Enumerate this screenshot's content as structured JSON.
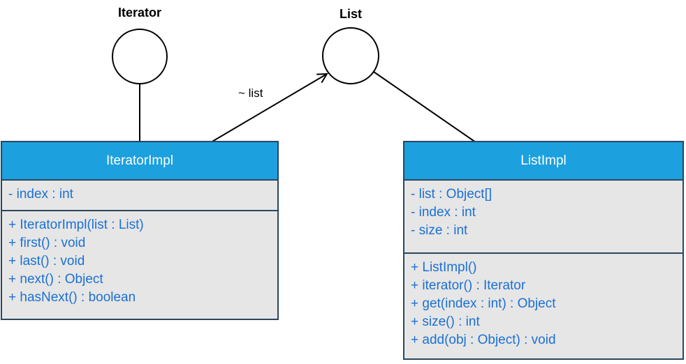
{
  "diagram": {
    "type": "uml-class-diagram",
    "interfaces": [
      {
        "label": "Iterator"
      },
      {
        "label": "List"
      }
    ],
    "edges": [
      {
        "label": "~ list",
        "from": "IteratorImpl",
        "to": "List",
        "style": "open-arrow"
      },
      {
        "from": "Iterator",
        "to": "IteratorImpl",
        "style": "plain-line"
      },
      {
        "from": "List",
        "to": "ListImpl",
        "style": "plain-line"
      }
    ],
    "classes": [
      {
        "name": "IteratorImpl",
        "attributes": [
          "- index : int"
        ],
        "methods": [
          "+ IteratorImpl(list : List)",
          "+ first() : void",
          "+ last() : void",
          "+ next() : Object",
          "+ hasNext() : boolean"
        ]
      },
      {
        "name": "ListImpl",
        "attributes": [
          "- list : Object[]",
          "- index : int",
          "- size : int"
        ],
        "methods": [
          "+ ListImpl()",
          "+ iterator() : Iterator",
          "+ get(index : int) : Object",
          "+ size() : int",
          "+ add(obj : Object) : void"
        ]
      }
    ],
    "colors": {
      "header_bg": "#1CA0DE",
      "header_text": "#FFFFFF",
      "border": "#2A465E",
      "section_bg": "#E6E6E6",
      "member_text": "#1B70D4",
      "line": "#000000",
      "background": "#FFFFFF"
    }
  }
}
